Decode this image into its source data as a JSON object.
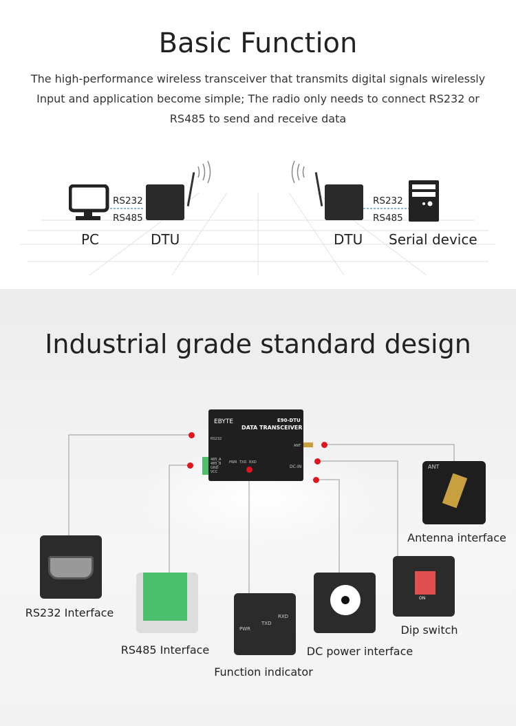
{
  "section1": {
    "title": "Basic Function",
    "lines": [
      "The high-performance wireless transceiver that transmits digital signals wirelessly",
      "Input and application become simple; The radio only needs to connect RS232 or",
      "RS485 to send and receive data"
    ],
    "diagram": {
      "pc": "PC",
      "dtu_left": "DTU",
      "dtu_right": "DTU",
      "serial": "Serial device",
      "rs232": "RS232",
      "rs485": "RS485"
    }
  },
  "section2": {
    "title": "Industrial grade standard design",
    "device": {
      "brand": "EBYTE",
      "model": "E90-DTU",
      "name": "DATA TRANSCEIVER",
      "rs232": "RS232",
      "pins": [
        "485_A",
        "485_B",
        "GND",
        "VCC"
      ],
      "leds": [
        "PWR",
        "TXD",
        "RXD"
      ],
      "ant": "ANT",
      "dcin": "DC-IN"
    },
    "callouts": {
      "rs232": "RS232 Interface",
      "rs485": "RS485 Interface",
      "indicator": "Function indicator",
      "dc": "DC power interface",
      "dip": "Dip switch",
      "antenna": "Antenna interface"
    },
    "thumb_text": {
      "ant": "ANT",
      "dip": "ON",
      "leds": [
        "PWR",
        "TXD",
        "RXD"
      ]
    }
  },
  "colors": {
    "accent_dot": "#e0151e",
    "device": "#2a2a2a"
  }
}
